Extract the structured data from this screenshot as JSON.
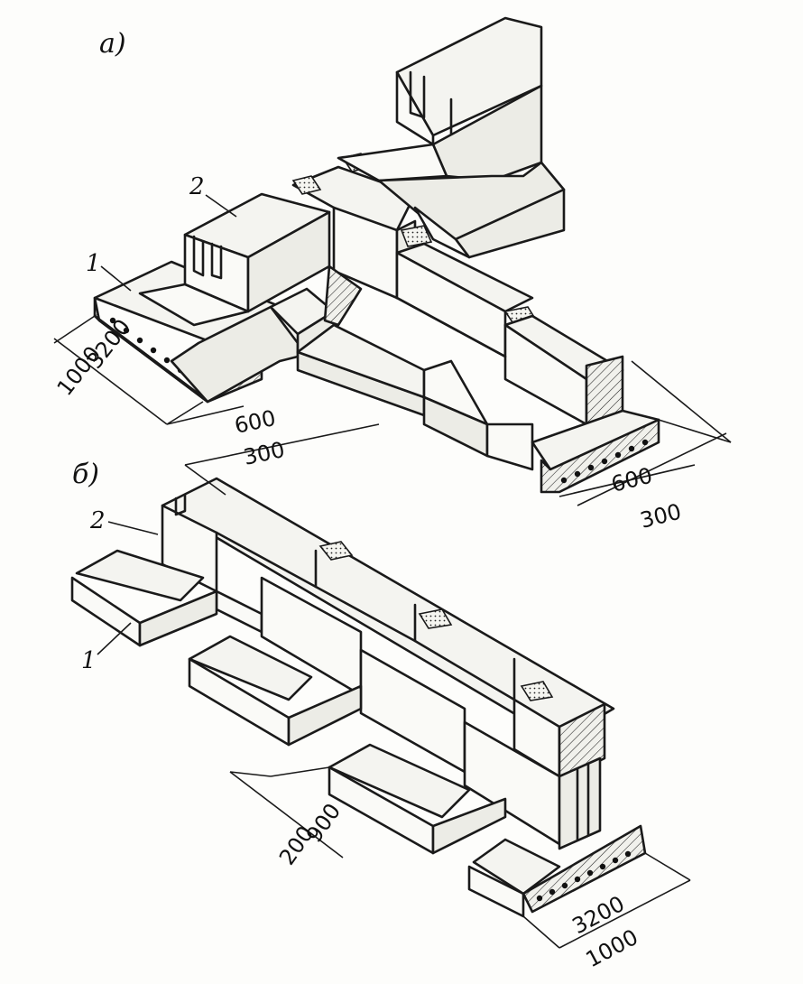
{
  "figure_a": {
    "label": "а)",
    "callout_1": "1",
    "callout_2": "2",
    "dim_left_top": "3200",
    "dim_left_bottom": "1000",
    "dim_mid_top": "600",
    "dim_mid_bottom": "300",
    "dim_right_top": "600",
    "dim_right_bottom": "300"
  },
  "figure_b": {
    "label": "б)",
    "callout_1": "1",
    "callout_2": "2",
    "dim_mid_top": "900",
    "dim_mid_bottom": "200",
    "dim_right_top": "3200",
    "dim_right_bottom": "1000"
  }
}
